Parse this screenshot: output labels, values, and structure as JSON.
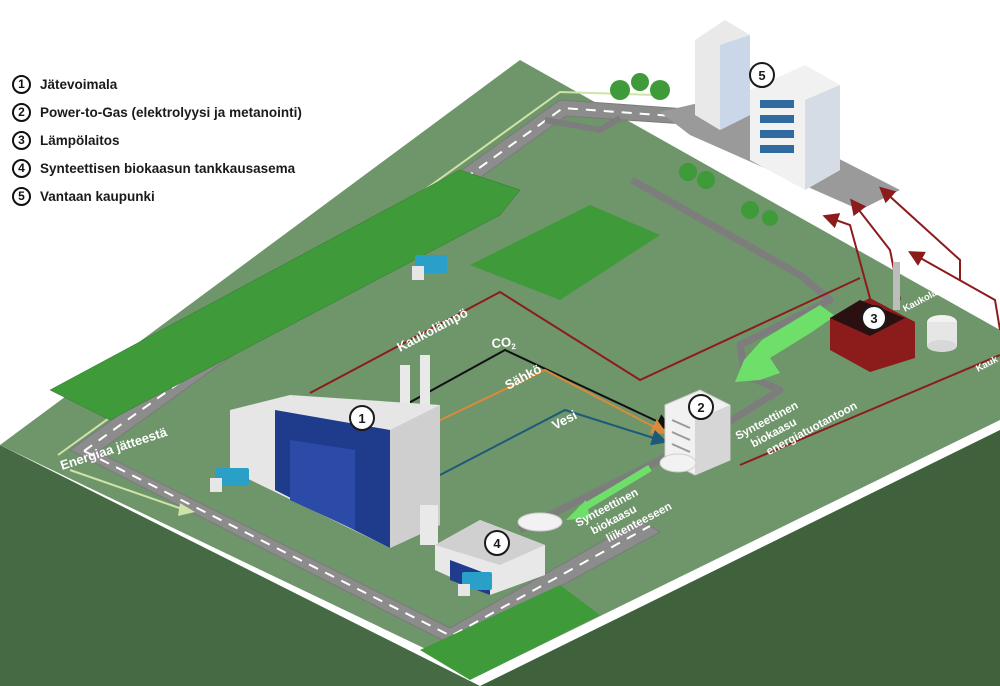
{
  "legend": [
    {
      "num": "1",
      "label": "Jätevoimala"
    },
    {
      "num": "2",
      "label": "Power-to-Gas (elektrolyysi ja metanointi)"
    },
    {
      "num": "3",
      "label": "Lämpölaitos"
    },
    {
      "num": "4",
      "label": "Synteettisen biokaasun tankkausasema"
    },
    {
      "num": "5",
      "label": "Vantaan kaupunki"
    }
  ],
  "badges": {
    "b1": "1",
    "b2": "2",
    "b3": "3",
    "b4": "4",
    "b5": "5"
  },
  "flows": {
    "kaukolampo_main": "Kaukolämpö",
    "co2_main": "CO",
    "co2_sub": "2",
    "sahko": "Sähkö",
    "vesi": "Vesi",
    "kaukolampo_right": "Kaukolämpö",
    "kaukolampo_edge": "Kauk",
    "energia_jatteesta": "Energiaa jätteestä",
    "biokaasu_energia": [
      "Synteettinen",
      "biokaasu",
      "energiatuotantoon"
    ],
    "biokaasu_liikenne": [
      "Synteettinen",
      "biokaasu",
      "liikenteeseen"
    ]
  },
  "colors": {
    "ground": "#6f956b",
    "ground_side": "#466a43",
    "road": "#8c8c8c",
    "tree": "#3f9a3a",
    "kaukolampo_line": "#8c1c1c",
    "co2_line": "#111111",
    "sahko_line": "#d98a3a",
    "vesi_line": "#1d5a78",
    "biogas_arrow": "#6ee06a",
    "plant_blue": "#1f3b8c"
  }
}
